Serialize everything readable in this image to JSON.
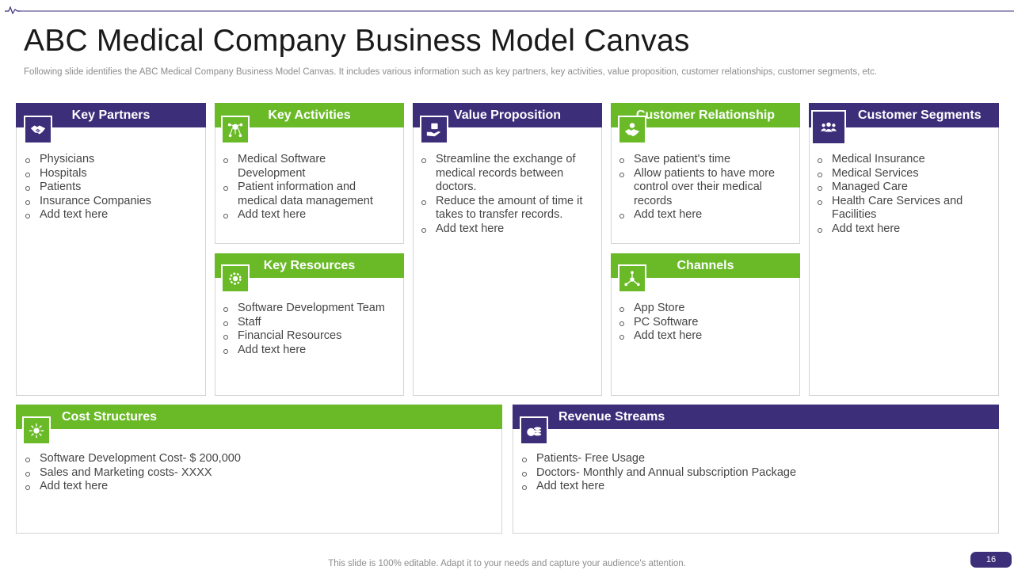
{
  "header": {
    "title": "ABC Medical Company Business Model Canvas",
    "subtitle": "Following slide identifies the ABC Medical Company Business Model Canvas. It includes various information such as key partners, key   activities, value proposition, customer relationships, customer segments, etc."
  },
  "colors": {
    "green": "#6aba28",
    "purple": "#3d2e7a",
    "border": "#d4d4d4"
  },
  "sections": {
    "key_partners": {
      "title": "Key Partners",
      "icon": "handshake-icon",
      "items": [
        "Physicians",
        "Hospitals",
        "Patients",
        "Insurance Companies",
        "Add text here"
      ]
    },
    "key_activities": {
      "title": "Key Activities",
      "icon": "activities-network-icon",
      "items": [
        "Medical Software Development",
        "Patient information and medical data management",
        "Add text here"
      ]
    },
    "key_resources": {
      "title": "Key Resources",
      "icon": "gear-people-icon",
      "items": [
        "Software Development Team",
        "Staff",
        "Financial Resources",
        "Add text here"
      ]
    },
    "value_proposition": {
      "title": "Value Proposition",
      "icon": "hand-offer-icon",
      "items": [
        "Streamline the exchange of medical records between doctors.",
        "Reduce the amount of time it takes to transfer records.",
        "Add text here"
      ]
    },
    "customer_relationship": {
      "title": "Customer Relationship",
      "icon": "deal-handshake-icon",
      "items": [
        "Save patient's time",
        "Allow patients to have more control over their medical records",
        "Add text here"
      ]
    },
    "channels": {
      "title": "Channels",
      "icon": "network-hub-icon",
      "items": [
        "App Store",
        "PC Software",
        "Add text here"
      ]
    },
    "customer_segments": {
      "title": "Customer Segments",
      "icon": "people-group-icon",
      "items": [
        "Medical Insurance",
        "Medical Services",
        "Managed Care",
        "Health Care Services and Facilities",
        "Add text here"
      ]
    },
    "cost_structures": {
      "title": "Cost Structures",
      "icon": "cost-burst-icon",
      "items": [
        "Software Development Cost- $ 200,000",
        "Sales and Marketing  costs- XXXX",
        "Add text here"
      ]
    },
    "revenue_streams": {
      "title": "Revenue Streams",
      "icon": "coins-stack-icon",
      "items": [
        "Patients- Free Usage",
        "Doctors- Monthly and Annual subscription Package",
        "Add text here"
      ]
    }
  },
  "footer": {
    "note": "This slide is 100% editable. Adapt it to your needs and capture your audience's attention.",
    "page_number": "16"
  }
}
